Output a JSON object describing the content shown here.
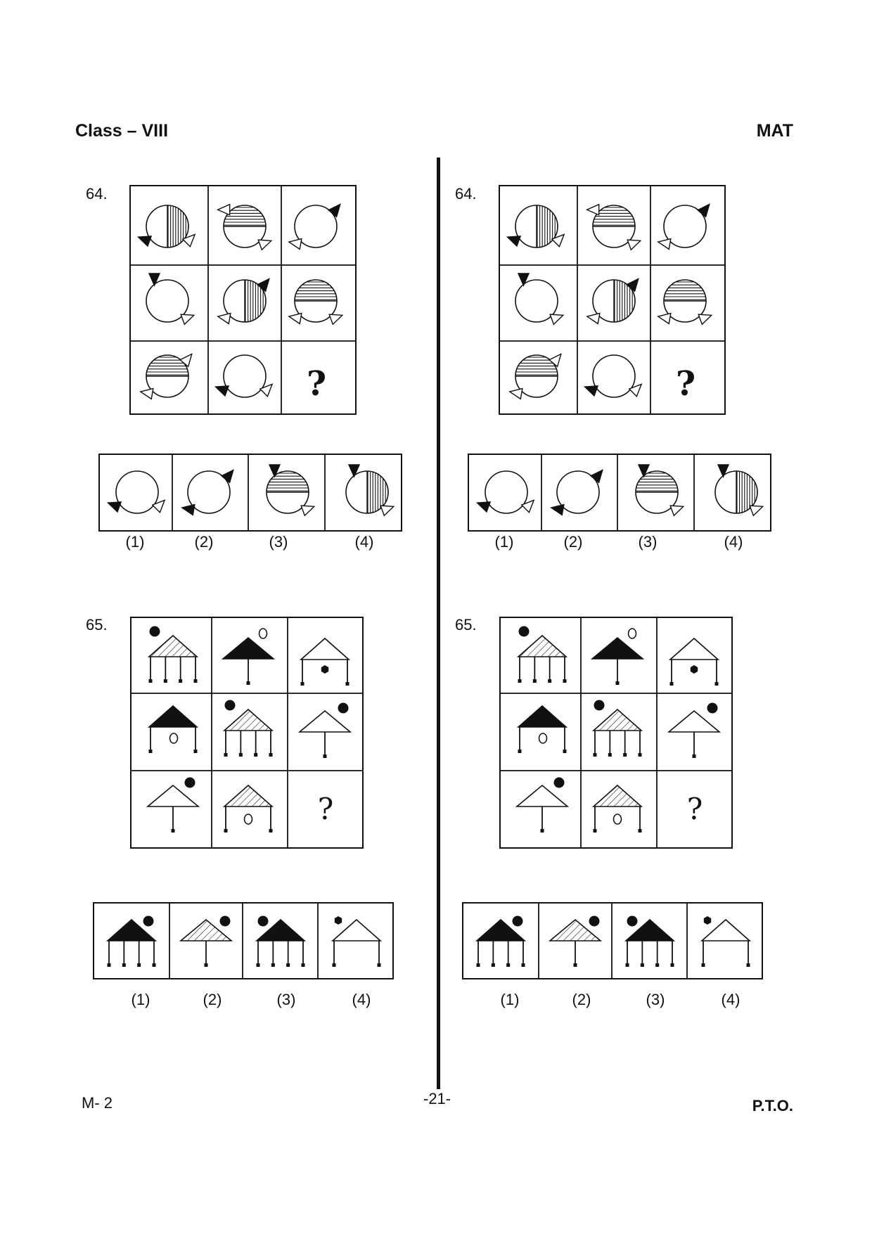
{
  "header": {
    "class_label": "Class – VIII",
    "subject": "MAT"
  },
  "questions": [
    {
      "number": "64.",
      "missing_symbol": "?",
      "options": [
        "(1)",
        "(2)",
        "(3)",
        "(4)"
      ]
    },
    {
      "number": "65.",
      "missing_symbol": "?",
      "options": [
        "(1)",
        "(2)",
        "(3)",
        "(4)"
      ]
    }
  ],
  "footer": {
    "code": "M- 2",
    "page": "-21-",
    "pto": "P.T.O."
  }
}
